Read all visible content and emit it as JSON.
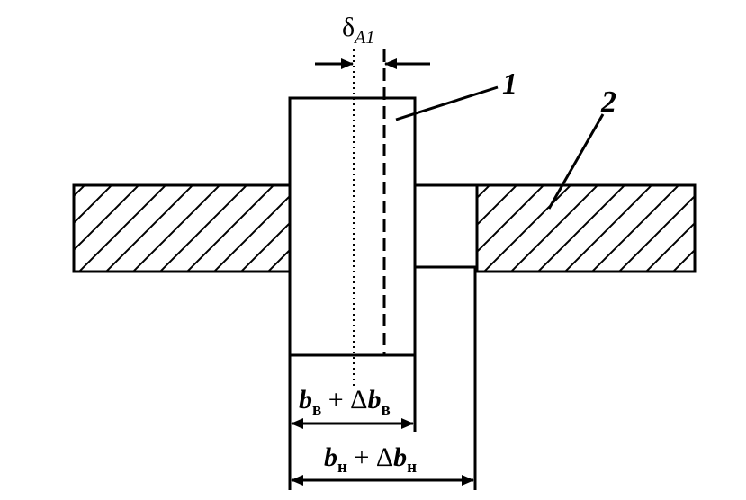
{
  "diagram": {
    "top_dimension": {
      "symbol": "δ",
      "subscript": "A1"
    },
    "labels": {
      "part1": "1",
      "part2": "2"
    },
    "dim_inner": {
      "b": "b",
      "b_sub": "в",
      "plus": " + Δ",
      "db": "b",
      "db_sub": "в"
    },
    "dim_outer": {
      "b": "b",
      "b_sub": "н",
      "plus": " + Δ",
      "db": "b",
      "db_sub": "н"
    },
    "colors": {
      "ink": "#000000",
      "background": "#ffffff"
    }
  }
}
